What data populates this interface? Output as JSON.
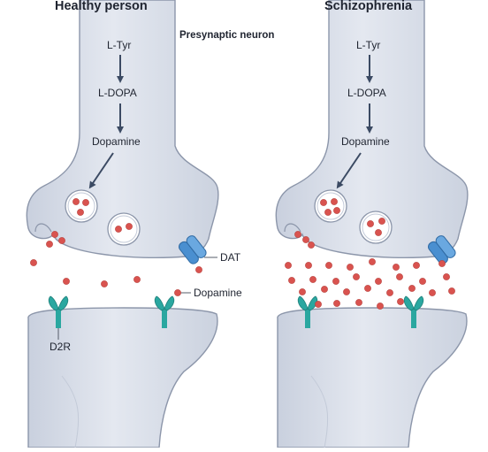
{
  "headings": {
    "left": "Healthy person",
    "right": "Schizophrenia"
  },
  "presynaptic_label": "Presynaptic neuron",
  "pathway": {
    "step1": "L-Tyr",
    "step2": "L-DOPA",
    "step3": "Dopamine"
  },
  "labels": {
    "dat": "DAT",
    "dopamine": "Dopamine",
    "d2r": "D2R"
  },
  "colors": {
    "membrane_fill": "#dde2ec",
    "membrane_outline": "#8c96aa",
    "dopamine": "#d9534f",
    "receptor": "#2aa7a0",
    "transporter": "#4a8fd0",
    "arrow": "#3b4a63"
  }
}
